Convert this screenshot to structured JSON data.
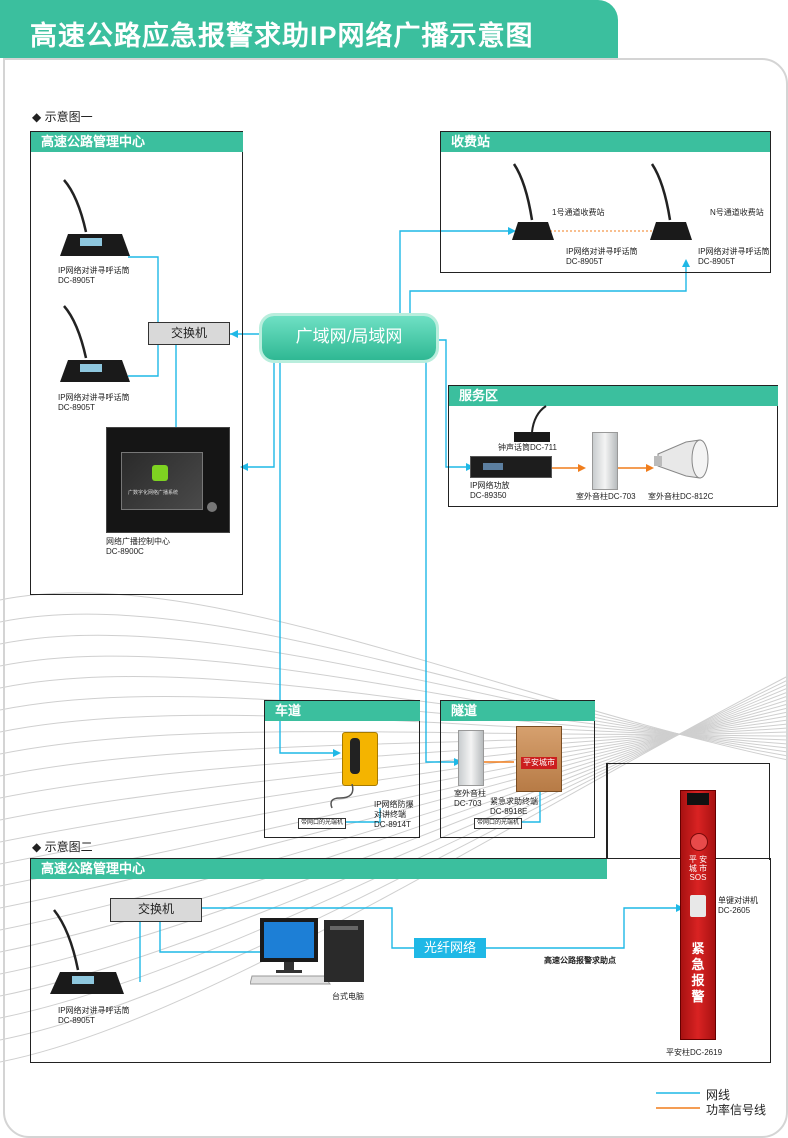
{
  "title": "高速公路应急报警求助IP网络广播示意图",
  "section1_label": "示意图一",
  "section2_label": "示意图二",
  "panels": {
    "center1": "高速公路管理中心",
    "toll": "收费站",
    "service": "服务区",
    "lane": "车道",
    "tunnel": "隧道",
    "center2": "高速公路管理中心"
  },
  "network_cloud": "广域网/局域网",
  "switch1": "交换机",
  "switch2": "交换机",
  "fiber_network": "光纤网络",
  "devices": {
    "mic_center_top": [
      "IP网络对讲寻呼话筒",
      "DC-8905T"
    ],
    "mic_center_mid": [
      "IP网络对讲寻呼话筒",
      "DC-8905T"
    ],
    "control_center": [
      "网络广播控制中心",
      "DC-8900C"
    ],
    "toll1_name": "1号通道收费站",
    "tollN_name": "N号通道收费站",
    "toll1_mic": [
      "IP网络对讲寻呼话筒",
      "DC-8905T"
    ],
    "tollN_mic": [
      "IP网络对讲寻呼话筒",
      "DC-8905T"
    ],
    "bell_mic": "钟声话筒DC-711",
    "amp": [
      "IP网络功放",
      "DC-89350"
    ],
    "column_speaker": "室外音柱DC-703",
    "horn_speaker": "室外音柱DC-812C",
    "lane_phone": [
      "IP网络防爆",
      "对讲终端",
      "DC-8914T"
    ],
    "tunnel_speaker": [
      "室外音柱",
      "DC-703"
    ],
    "tunnel_terminal": [
      "紧急求助终端",
      "DC-8918E"
    ],
    "fiber_tag_lane": "带网口的光端机",
    "fiber_tag_tunnel": "带网口的光端机",
    "mic_center2": [
      "IP网络对讲寻呼话筒",
      "DC-8905T"
    ],
    "desktop": "台式电脑",
    "help_point": "高速公路报警求助点",
    "intercom": [
      "单键对讲机",
      "DC-2605"
    ],
    "pillar": "平安柱DC-2619",
    "pillar_text_top": [
      "平 安",
      "城 市",
      "SOS"
    ],
    "pillar_text_bottom": [
      "紧",
      "急",
      "报",
      "警"
    ],
    "tunnel_screen": "平安城市",
    "control_screen": "广数字化网络广播系统"
  },
  "legend": {
    "network": "网线",
    "power": "功率信号线"
  },
  "colors": {
    "accent": "#3bbf9e",
    "network_line": "#1fb8e6",
    "power_line": "#f07d1c"
  }
}
